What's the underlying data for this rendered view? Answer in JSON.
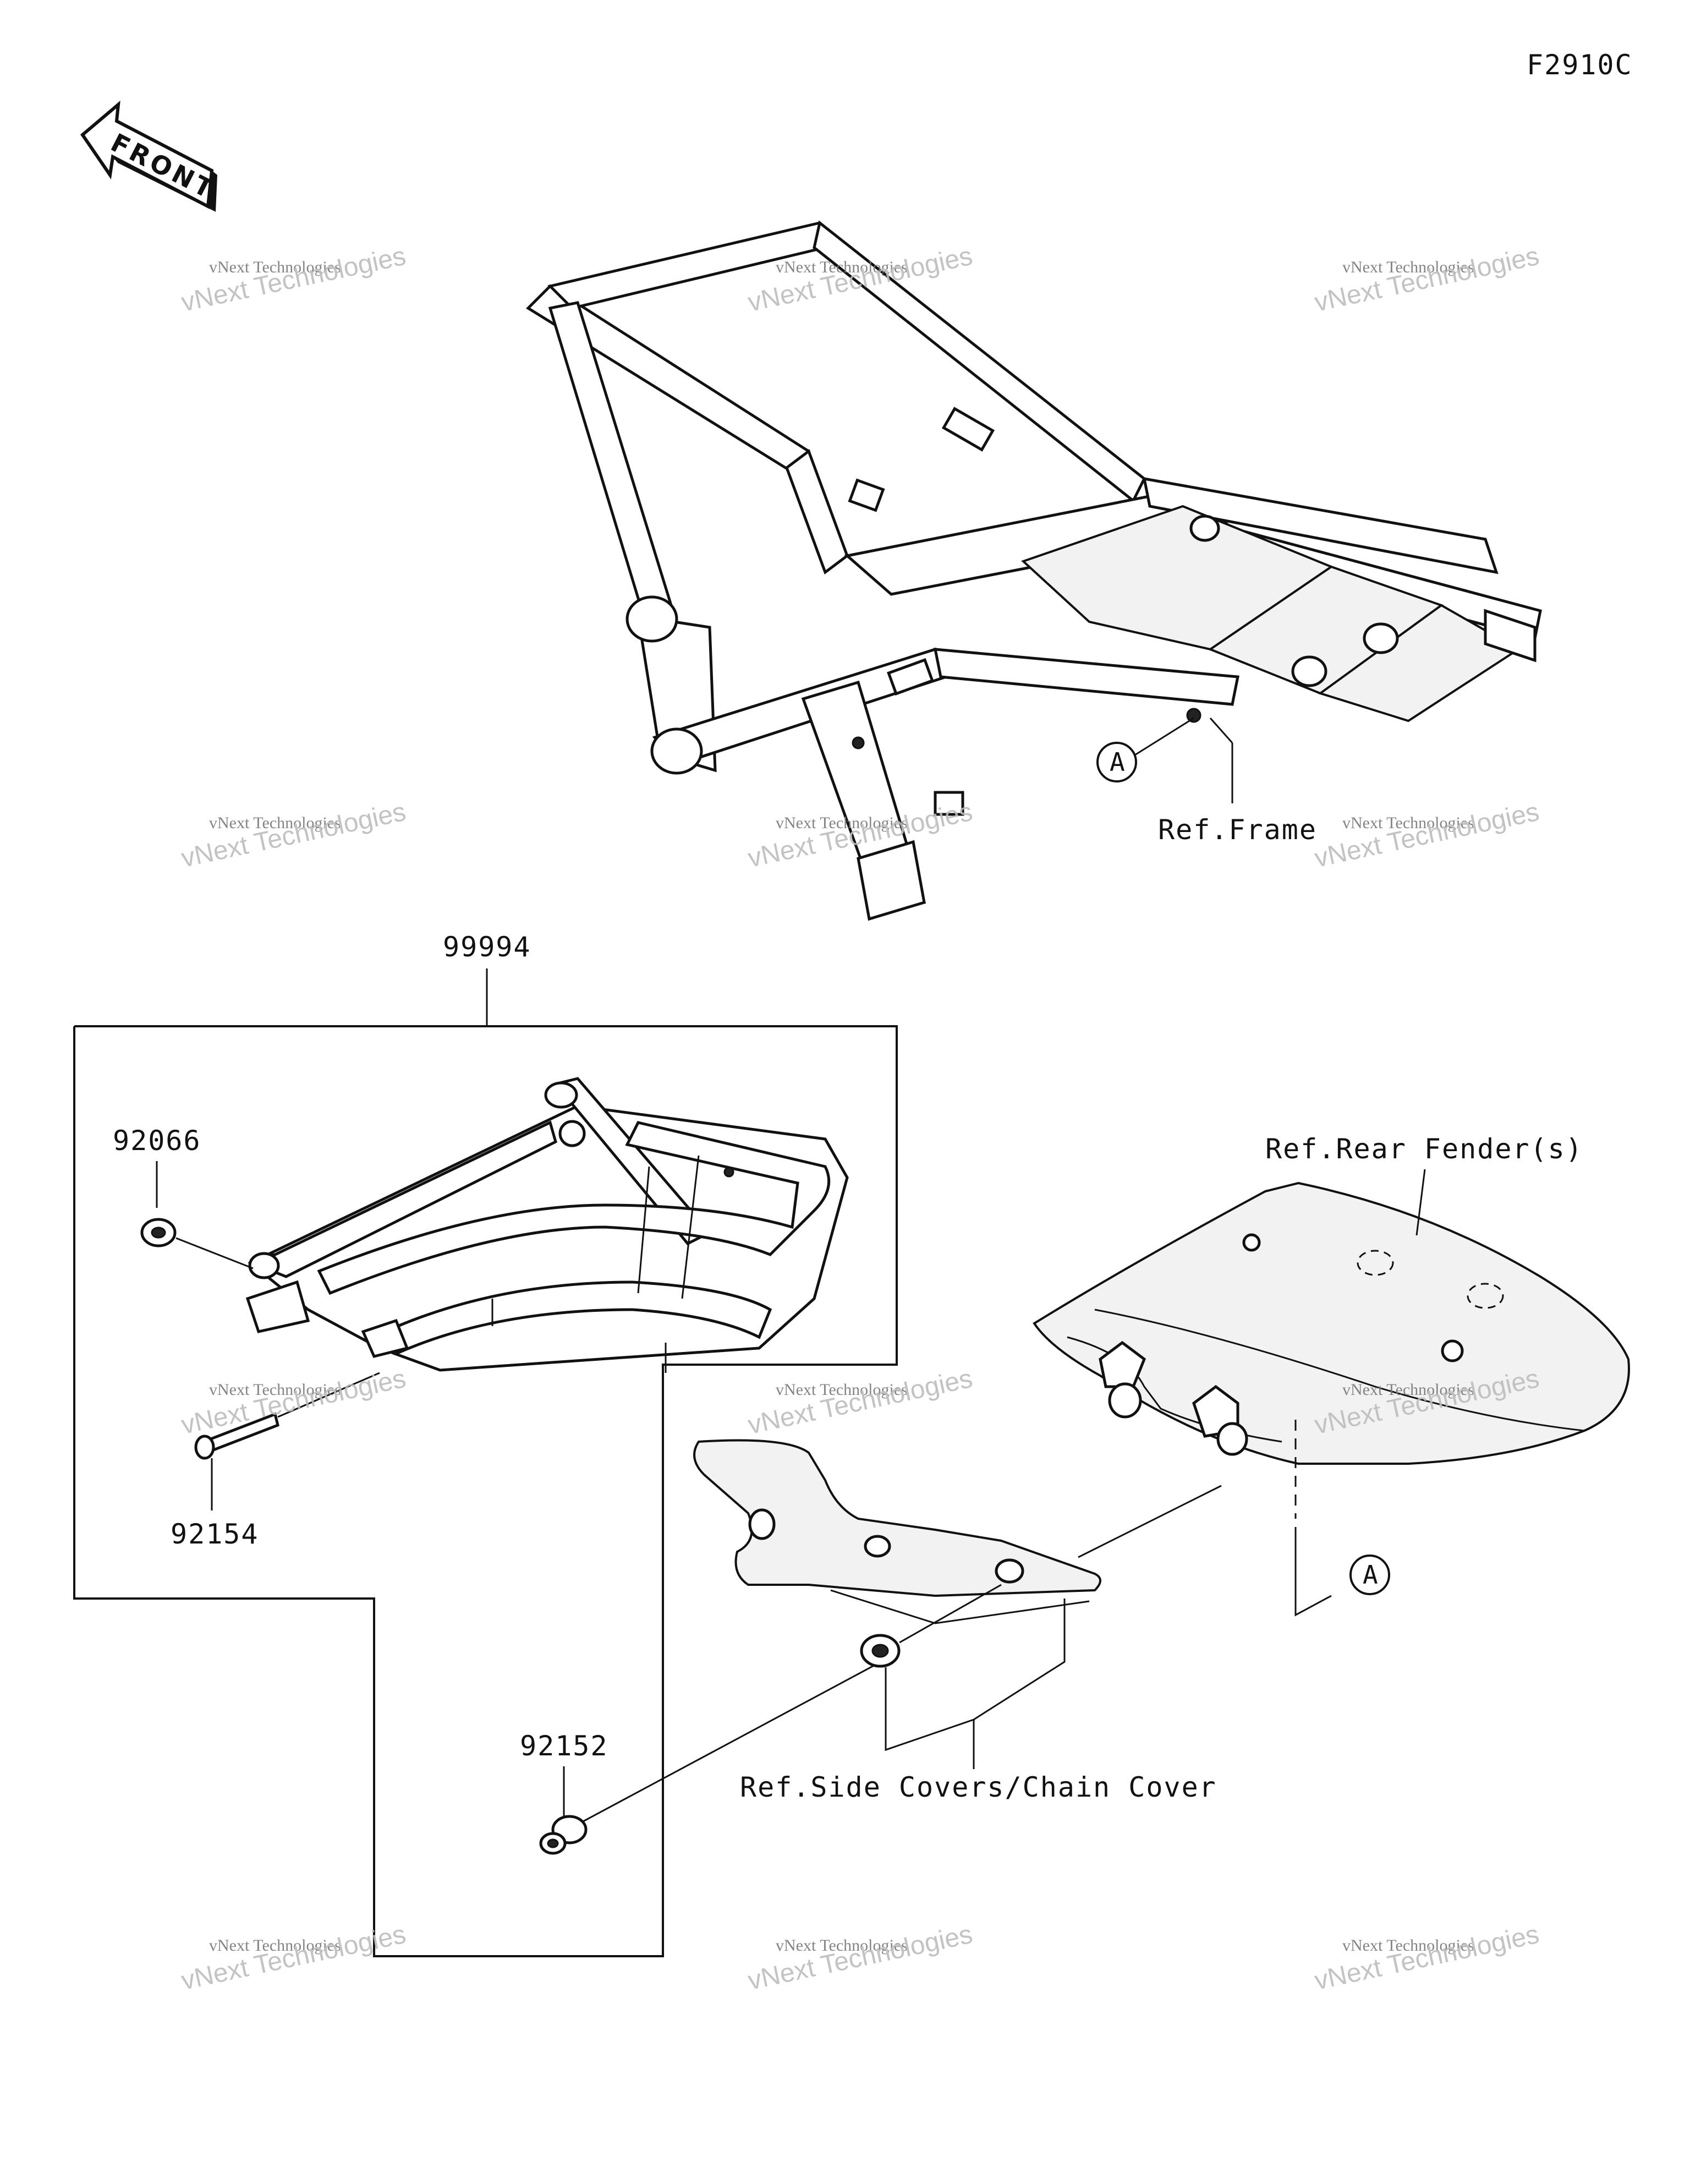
{
  "diagram_code": "F2910C",
  "front_arrow_label": "FRONT",
  "watermark": {
    "line1": "vNext Technologies",
    "line2": "vNext Technologies"
  },
  "callouts": {
    "ref_frame": "Ref.Frame",
    "ref_rear_fender": "Ref.Rear Fender(s)",
    "ref_side_covers": "Ref.Side Covers/Chain Cover",
    "marker_a": "A"
  },
  "parts": [
    {
      "number": "99994"
    },
    {
      "number": "92066"
    },
    {
      "number": "92154"
    },
    {
      "number": "92152"
    }
  ]
}
